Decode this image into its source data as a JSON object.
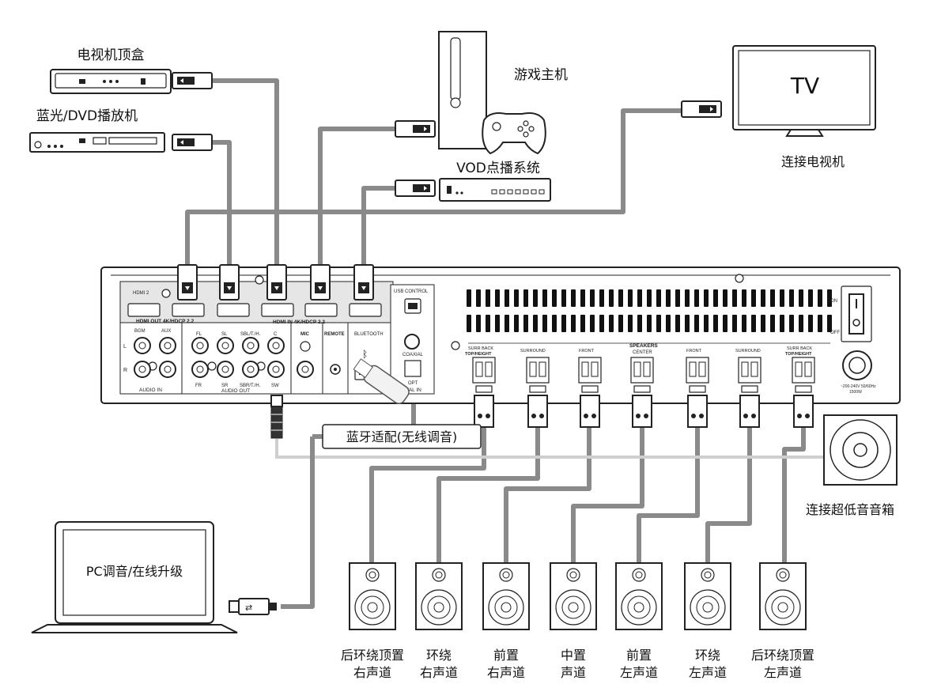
{
  "sources": {
    "settop_box": "电视机顶盒",
    "bluray": "蓝光/DVD播放机",
    "game_console": "游戏主机",
    "vod": "VOD点播系统",
    "tv_screen": "TV",
    "tv_caption": "连接电视机",
    "pc_screen": "PC调音/在线升级",
    "bt_adapter": "蓝牙适配(无线调音)",
    "subwoofer": "连接超低音音箱"
  },
  "panel": {
    "hdmi2": "HDMI 2",
    "hdmi_out": "HDMI OUT 4K/HDCP 2.2",
    "hdmi_in": "HDMI IN 4K/HDCP 2.2",
    "usb_control": "USB CONTROL",
    "bgm": "BGM",
    "aux": "AUX",
    "audio_in": "AUDIO IN",
    "audio_out": "AUDIO OUT",
    "fl": "FL",
    "sl": "SL",
    "sbl": "SBL/T./H.",
    "c": "C",
    "fr": "FR",
    "sr": "SR",
    "sbr": "SBR/T./H.",
    "sw": "SW",
    "mic": "MIC",
    "remote": "REMOTE",
    "bluetooth": "BLUETOOTH",
    "coaxial": "COAXIAL",
    "opt": "OPT",
    "digital_in": "DIGITAL IN",
    "speakers": "SPEAKERS",
    "center": "CENTER",
    "surr_back_r": "SURR BACK",
    "top_height_r": "TOP/HEIGHT",
    "surround_r": "SURROUND",
    "front_r": "FRONT",
    "front_l": "FRONT",
    "surround_l": "SURROUND",
    "surr_back_l": "SURR BACK",
    "top_height_l": "TOP/HEIGHT",
    "on": "ON",
    "off": "OFF",
    "power_spec": "~200-240V 50/60Hz",
    "power_watt": "1500W",
    "l": "L",
    "r": "R"
  },
  "speakers": [
    {
      "line1": "后环绕顶置",
      "line2": "右声道"
    },
    {
      "line1": "环绕",
      "line2": "右声道"
    },
    {
      "line1": "前置",
      "line2": "右声道"
    },
    {
      "line1": "中置",
      "line2": "声道"
    },
    {
      "line1": "前置",
      "line2": "左声道"
    },
    {
      "line1": "环绕",
      "line2": "左声道"
    },
    {
      "line1": "后环绕顶置",
      "line2": "左声道"
    }
  ]
}
